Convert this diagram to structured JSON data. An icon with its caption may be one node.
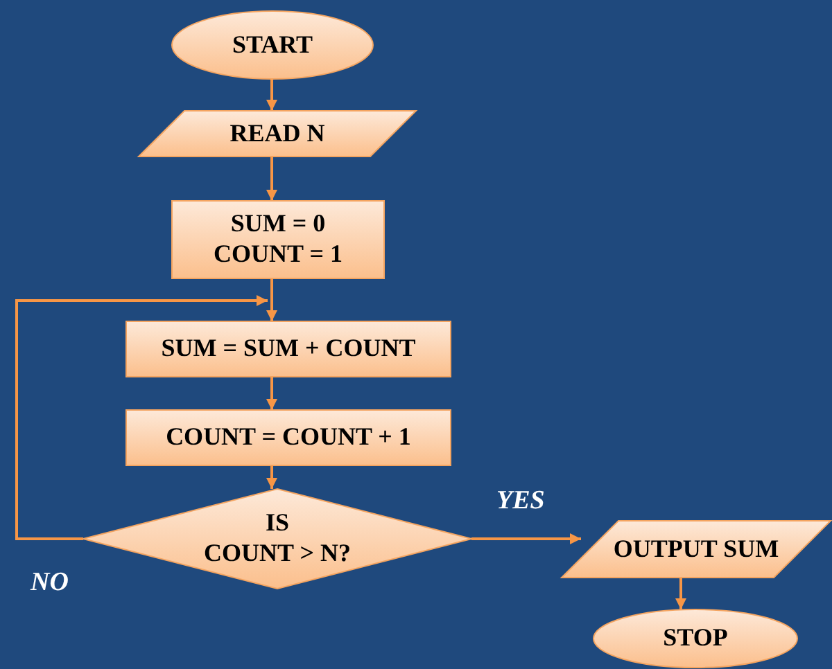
{
  "diagram": {
    "nodes": [
      {
        "text": [
          "START"
        ]
      },
      {
        "text": [
          "READ N"
        ]
      },
      {
        "text": [
          "SUM = 0 COUNT = 1"
        ]
      },
      {
        "text": [
          "SUM = SUM + COUNT"
        ]
      },
      {
        "text": [
          "COUNT = COUNT + 1"
        ]
      },
      {
        "text": [
          "IS COUNT > N?"
        ]
      },
      {
        "text": [
          "OUTPUT SUM"
        ]
      },
      {
        "text": [
          "STOP"
        ]
      }
    ],
    "edges": [
      {
        "from": 0,
        "to": 1,
        "arrow": "to"
      },
      {
        "from": 1,
        "to": 2,
        "arrow": "to"
      },
      {
        "from": 2,
        "to": 3,
        "arrow": "to"
      },
      {
        "from": 3,
        "to": 4,
        "arrow": "to"
      },
      {
        "from": 4,
        "to": 5,
        "arrow": "to"
      },
      {
        "from": 5,
        "to": 3,
        "label": "NO",
        "arrow": "to"
      },
      {
        "from": 5,
        "to": 6,
        "label": "YES",
        "arrow": "to"
      },
      {
        "from": 6,
        "to": 7,
        "arrow": "to"
      }
    ]
  }
}
